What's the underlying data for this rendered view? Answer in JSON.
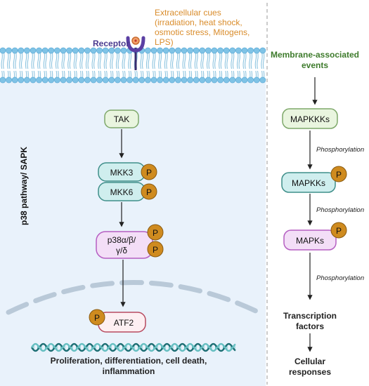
{
  "colors": {
    "membrane_head": "#7fc3e6",
    "membrane_tail": "#8fc5e0",
    "cytoplasm": "#e9f2fb",
    "nucleus_edge": "#b9c9d8",
    "pale_green_fill": "#e9f5df",
    "green_border": "#7ea86a",
    "teal_fill": "#cfeeee",
    "teal_border": "#3f8f8a",
    "pink_fill": "#f3def7",
    "pink_border": "#b55ec2",
    "red_border": "#b74a5f",
    "phospho_fill": "#cf8b1f",
    "phospho_border": "#8a5a10",
    "cue_text": "#d98c2b",
    "receptor_text": "#4a3a8f",
    "membrane_events_text": "#3e7b2c",
    "dna_dark": "#1c6e73",
    "dna_light": "#65bfc1"
  },
  "labels": {
    "cues": [
      "Extracellular cues",
      "(irradiation, heat shock,",
      "osmotic stress, Mitogens,",
      "LPS)"
    ],
    "receptor": "Receptor",
    "pathway": "p38 pathway/ SAPK",
    "tak": "TAK",
    "mkk3": "MKK3",
    "mkk6": "MKK6",
    "p38": [
      "p38α/β/",
      "γ/δ"
    ],
    "atf2": "ATF2",
    "phospho": "P",
    "outcomes": [
      "Proliferation, differentiation,  cell death,",
      "inflammation"
    ],
    "membrane_events": [
      "Membrane-associated",
      "events"
    ],
    "mapkkks": "MAPKKKs",
    "mapkks": "MAPKKs",
    "mapks": "MAPKs",
    "phosphorylation": "Phosphorylation",
    "transcription": [
      "Transcription",
      "factors"
    ],
    "cellular": [
      "Cellular",
      "responses"
    ]
  }
}
